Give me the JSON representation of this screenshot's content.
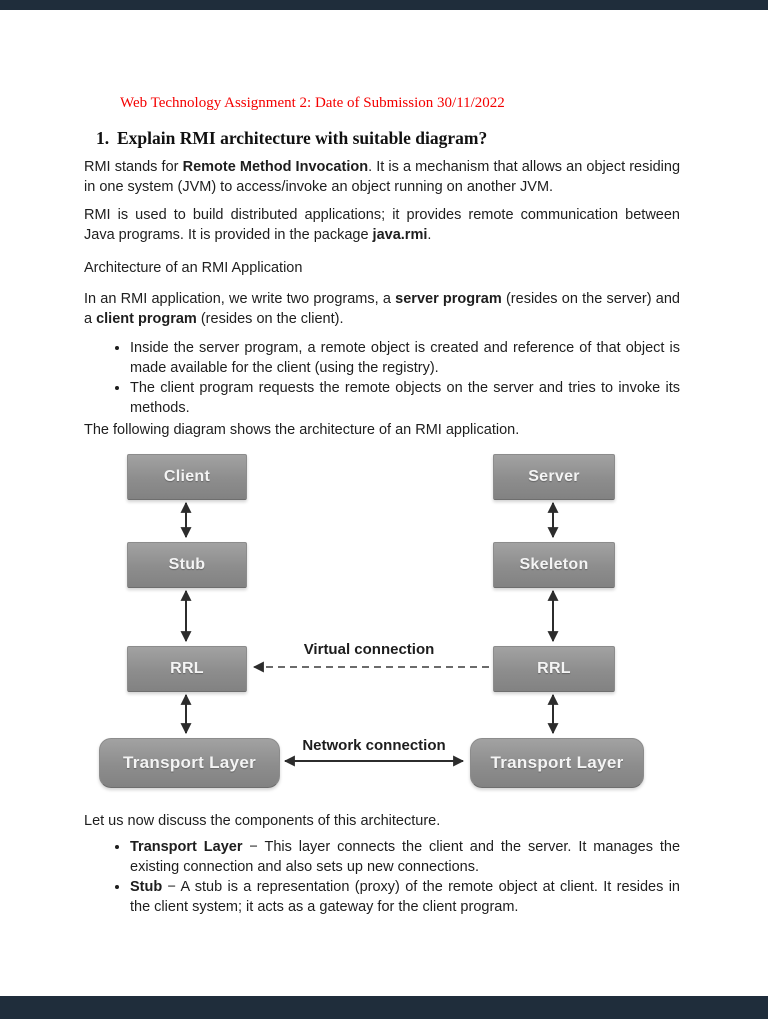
{
  "document": {
    "title": "Web Technology Assignment 2: Date of Submission 30/11/2022",
    "question": {
      "number": "1.",
      "text": "Explain RMI architecture with suitable diagram?"
    },
    "paragraphs": {
      "p1": [
        {
          "t": "RMI stands for "
        },
        {
          "t": "Remote Method Invocation",
          "b": true
        },
        {
          "t": ". It is a mechanism that allows an object residing in one system (JVM) to access/invoke an object running on another JVM."
        }
      ],
      "p2": [
        {
          "t": "RMI is used to build distributed applications; it provides remote communication between Java programs. It is provided in the package "
        },
        {
          "t": "java.rmi",
          "b": true
        },
        {
          "t": "."
        }
      ],
      "p3": "Architecture of an RMI Application",
      "p4": [
        {
          "t": "In an RMI application, we write two programs, a "
        },
        {
          "t": "server program",
          "b": true
        },
        {
          "t": " (resides on the server) and a "
        },
        {
          "t": "client program",
          "b": true
        },
        {
          "t": " (resides on the client)."
        }
      ],
      "p5": "The following diagram shows the architecture of an RMI application.",
      "p6": "Let us now discuss the components of this architecture."
    },
    "bullets_top": [
      [
        {
          "t": "Inside the server program, a remote object is created and reference of that object is made available for the client (using the registry)."
        }
      ],
      [
        {
          "t": "The client program requests the remote objects on the server and tries to invoke its methods."
        }
      ]
    ],
    "bullets_bottom": [
      [
        {
          "t": "Transport Layer",
          "b": true
        },
        {
          "t": " − This layer connects the client and the server. It manages the existing connection and also sets up new connections."
        }
      ],
      [
        {
          "t": "Stub",
          "b": true
        },
        {
          "t": " − A stub is a representation (proxy) of the remote object at client. It resides in the client system; it acts as a gateway for the client program."
        }
      ]
    ]
  },
  "diagram": {
    "boxes": {
      "client": "Client",
      "stub": "Stub",
      "rrl_left": "RRL",
      "transport_left": "Transport Layer",
      "server": "Server",
      "skeleton": "Skeleton",
      "rrl_right": "RRL",
      "transport_right": "Transport Layer"
    },
    "labels": {
      "virtual": "Virtual connection",
      "network": "Network connection"
    }
  },
  "colors": {
    "title_red": "#f40000",
    "box_gray": "#8d8d8d",
    "bar_navy": "#1f2d3b",
    "arrow_dark": "#2c2c2c"
  }
}
